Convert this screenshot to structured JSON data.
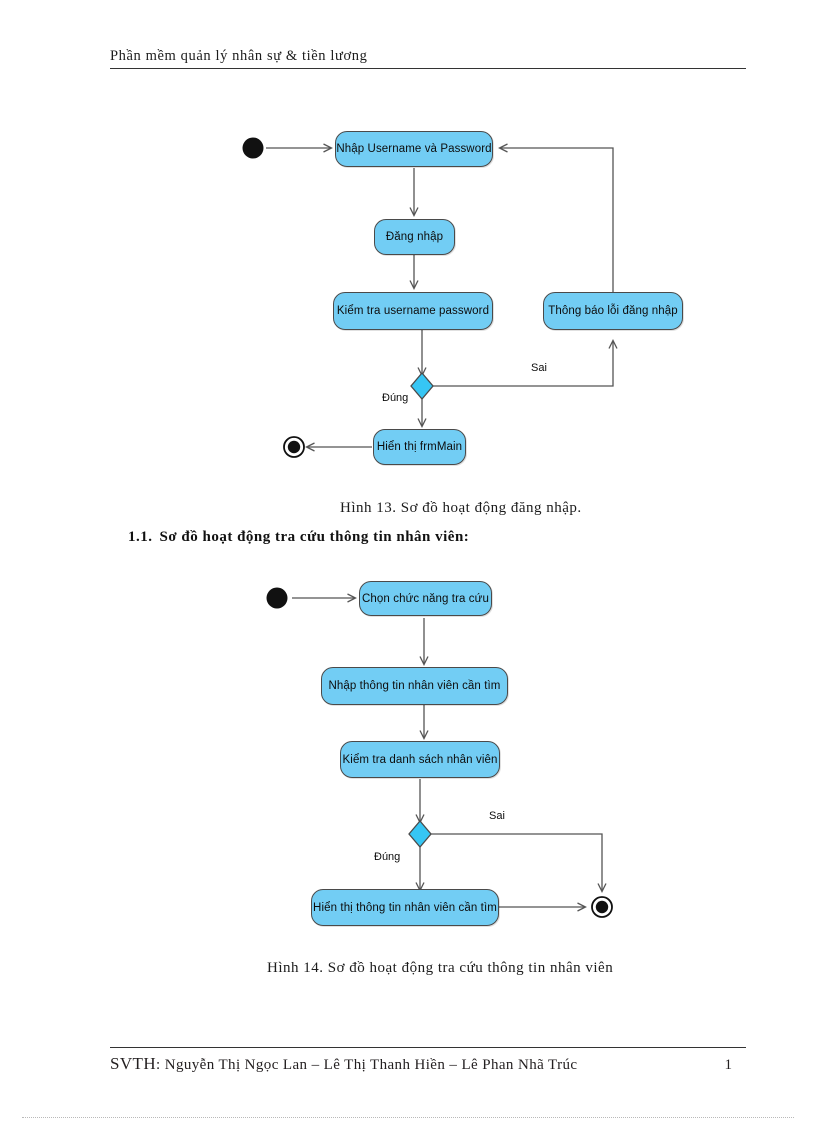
{
  "document": {
    "header": "Phần mềm quản lý nhân sự & tiền lương",
    "footer_label": "SVTH",
    "footer_sep": ": ",
    "footer_authors": "Nguyễn Thị Ngọc Lan – Lê Thị Thanh Hiền – Lê Phan Nhã Trúc",
    "page_number": "1"
  },
  "section": {
    "number": "1.1.",
    "title": "Sơ đồ hoạt động tra cứu thông tin nhân viên:"
  },
  "figure1": {
    "caption": "Hình 13. Sơ đồ hoạt động đăng nhập.",
    "nodes": [
      {
        "id": "n1",
        "label": "Nhập Username và Password"
      },
      {
        "id": "n2",
        "label": "Đăng nhập"
      },
      {
        "id": "n3",
        "label": "Kiểm tra username password"
      },
      {
        "id": "n4",
        "label": "Thông báo lỗi đăng nhập"
      },
      {
        "id": "n5",
        "label": "Hiển thị frmMain"
      }
    ],
    "edge_labels": {
      "false_branch": "Sai",
      "true_branch": "Đúng"
    }
  },
  "figure2": {
    "caption": "Hình 14. Sơ đồ hoạt động tra cứu thông tin nhân viên",
    "nodes": [
      {
        "id": "m1",
        "label": "Chọn chức năng tra cứu"
      },
      {
        "id": "m2",
        "label": "Nhập thông tin nhân viên cần tìm"
      },
      {
        "id": "m3",
        "label": "Kiểm tra danh sách nhân viên"
      },
      {
        "id": "m4",
        "label": "Hiển thị thông tin nhân viên cần tìm"
      }
    ],
    "edge_labels": {
      "false_branch": "Sai",
      "true_branch": "Đúng"
    }
  },
  "colors": {
    "node_fill": "#72cdf4",
    "node_stroke": "#4a4a4a",
    "line": "#555555",
    "text": "#0d0d0d",
    "paper": "#ffffff"
  }
}
